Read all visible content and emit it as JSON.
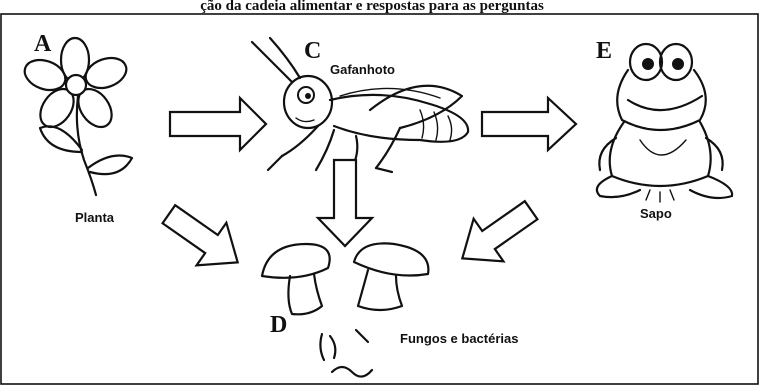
{
  "header": {
    "text": "ção da cadeia alimentar e respostas para as perguntas"
  },
  "nodes": {
    "A": {
      "letter": "A",
      "label": "Planta",
      "icon": "flower-icon"
    },
    "C": {
      "letter": "C",
      "label": "Gafanhoto",
      "icon": "grasshopper-icon"
    },
    "E": {
      "letter": "E",
      "label": "Sapo",
      "icon": "frog-icon"
    },
    "D": {
      "letter": "D",
      "label": "Fungos e bactérias",
      "icon": "fungi-bacteria-icon"
    }
  },
  "arrows": [
    {
      "from": "A",
      "to": "C"
    },
    {
      "from": "C",
      "to": "E"
    },
    {
      "from": "A",
      "to": "D"
    },
    {
      "from": "C",
      "to": "D"
    },
    {
      "from": "E",
      "to": "D"
    }
  ]
}
